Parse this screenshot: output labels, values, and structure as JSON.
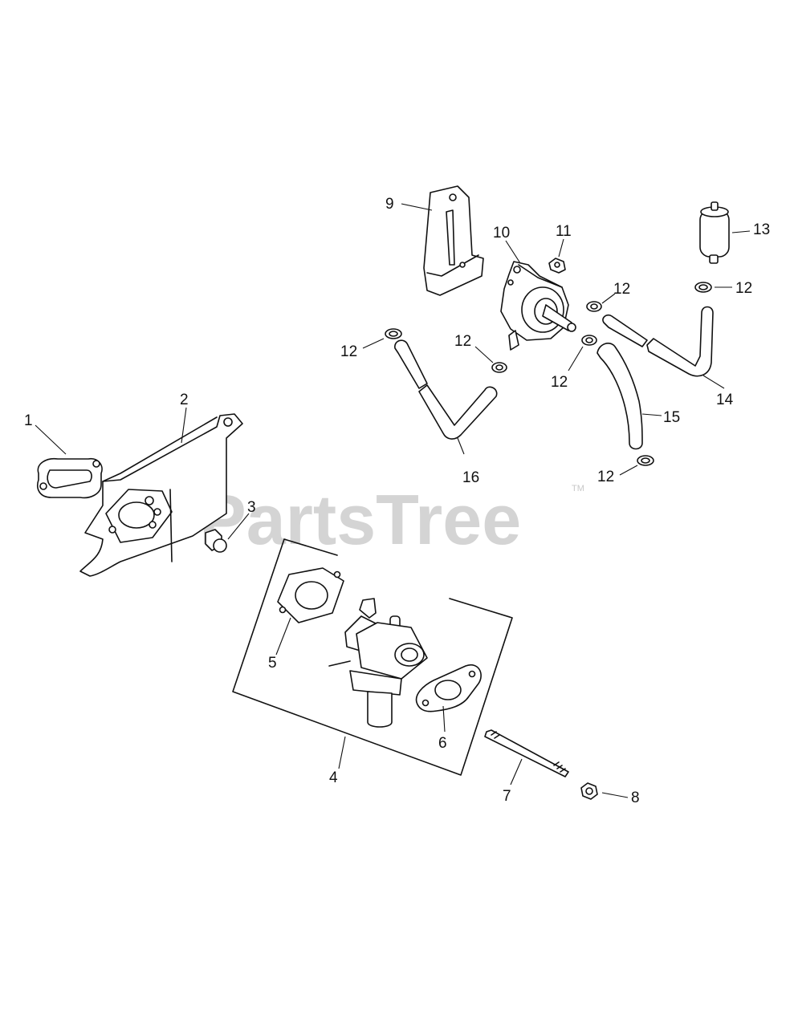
{
  "watermark": {
    "text": "PartsTree",
    "trademark": "TM"
  },
  "callouts": {
    "c1": "1",
    "c2": "2",
    "c3": "3",
    "c4": "4",
    "c5": "5",
    "c6": "6",
    "c7": "7",
    "c8": "8",
    "c9": "9",
    "c10": "10",
    "c11": "11",
    "c12a": "12",
    "c12b": "12",
    "c12c": "12",
    "c12d": "12",
    "c12e": "12",
    "c12f": "12",
    "c13": "13",
    "c14": "14",
    "c15": "15",
    "c16": "16"
  }
}
